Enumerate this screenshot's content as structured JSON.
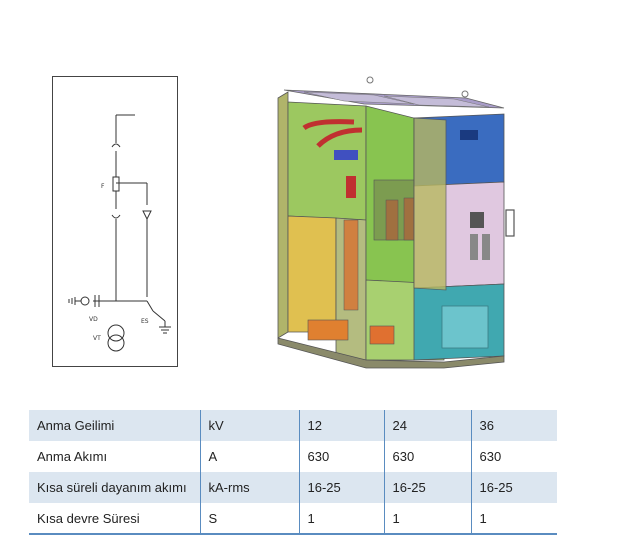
{
  "diagram": {
    "labels": {
      "fuse": "F",
      "vd": "VD",
      "es": "ES",
      "vt": "VT"
    }
  },
  "table": {
    "rows": [
      [
        "Anma Geilimi",
        "kV",
        "12",
        "24",
        "36"
      ],
      [
        "Anma Akımı",
        "A",
        "630",
        "630",
        "630"
      ],
      [
        "Kısa süreli dayanım akımı",
        "kA-rms",
        "16-25",
        "16-25",
        "16-25"
      ],
      [
        "Kısa devre Süresi",
        "S",
        "1",
        "1",
        "1"
      ]
    ]
  }
}
